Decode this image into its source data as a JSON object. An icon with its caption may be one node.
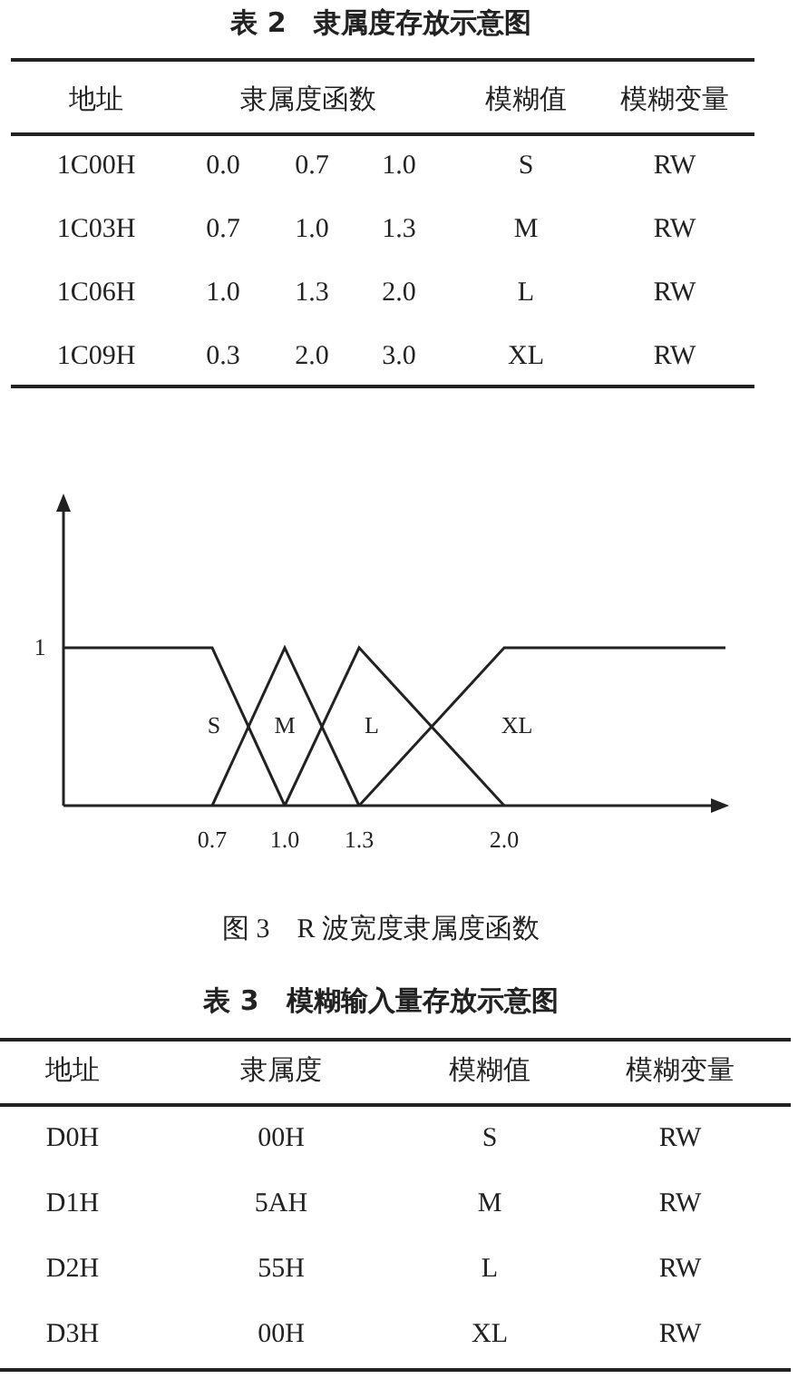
{
  "diagram": {
    "labels": [
      "表 2　隶属度存放示意图",
      "地址",
      "隶属度函数",
      "模糊值",
      "模糊变量",
      "1C00H",
      "0.0",
      "0.7",
      "1.0",
      "S",
      "RW",
      "1C03H",
      "0.7",
      "1.0",
      "1.3",
      "M",
      "RW",
      "1C06H",
      "1.0",
      "1.3",
      "2.0",
      "L",
      "RW",
      "1C09H",
      "0.3",
      "2.0",
      "3.0",
      "XL",
      "RW",
      "1",
      "S",
      "M",
      "L",
      "XL",
      "0.7",
      "1.0",
      "1.3",
      "2.0",
      "图 3　R 波宽度隶属度函数",
      "表 3　模糊输入量存放示意图",
      "地址",
      "隶属度",
      "模糊值",
      "模糊变量",
      "D0H",
      "00H",
      "S",
      "RW",
      "D1H",
      "5AH",
      "M",
      "RW",
      "D2H",
      "55H",
      "L",
      "RW",
      "D3H",
      "00H",
      "XL",
      "RW"
    ]
  }
}
